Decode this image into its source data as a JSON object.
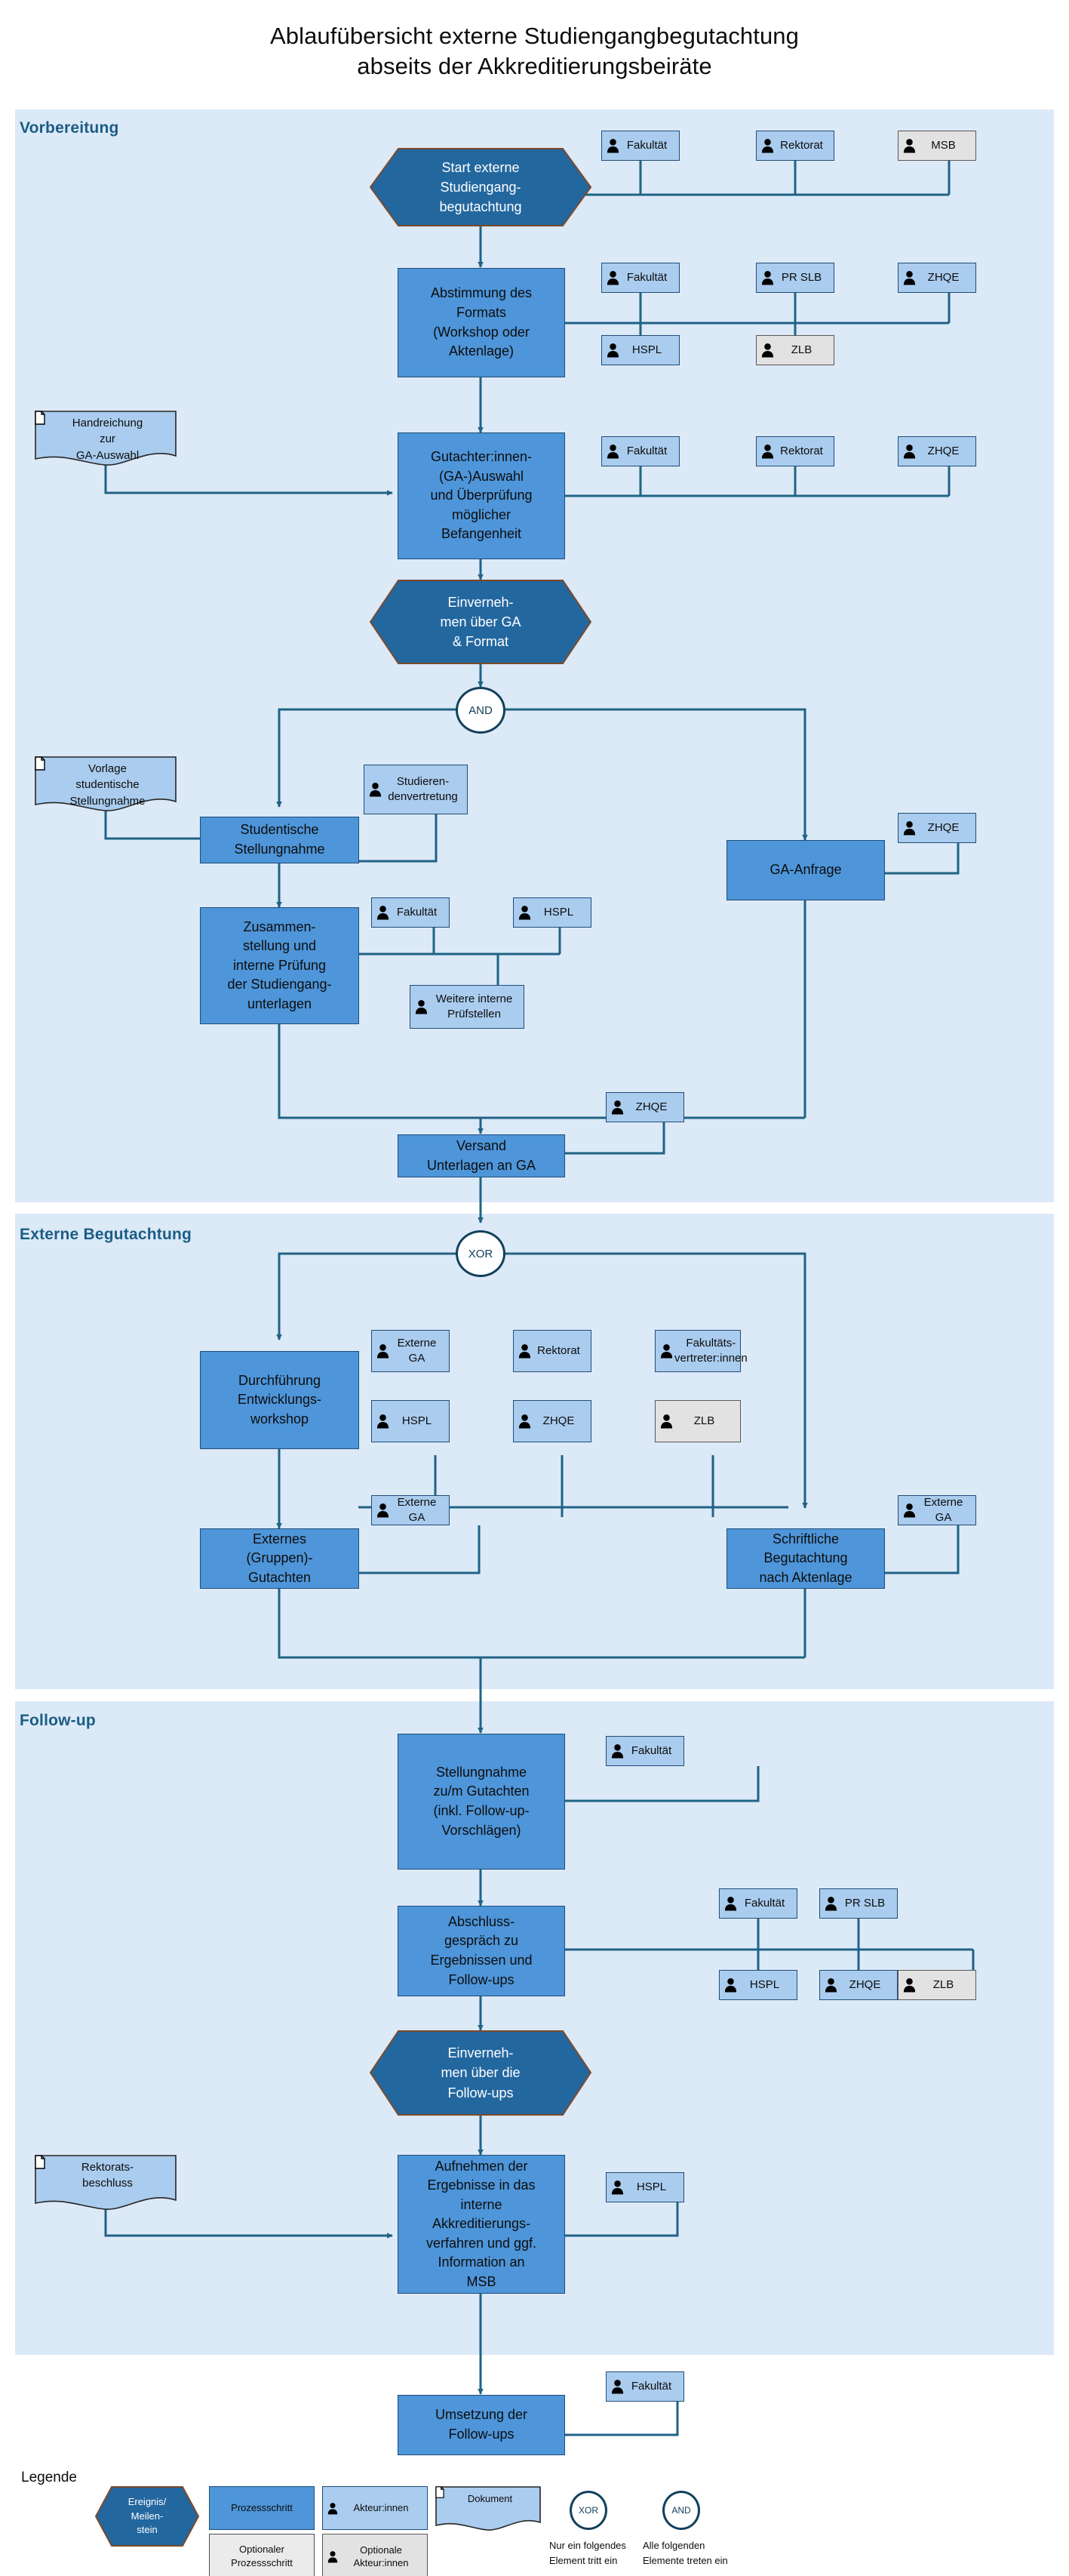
{
  "title": "Ablaufübersicht externe Studiengangbegutachtung\nabseits der Akkreditierungsbeiräte",
  "title_line1": "Ablaufübersicht externe Studiengangbegutachtung",
  "title_line2": "abseits der Akkreditierungsbeiräte",
  "colors": {
    "band_background": "#dce9f7",
    "band_label": "#1b5d85",
    "process_step": "#4e95d9",
    "process_step_optional": "#ebebeb",
    "actor_box": "#aaccee",
    "actor_box_optional": "#e2e2e2",
    "event_hexagon": "#23679f",
    "connector": "#1f6386",
    "document": "#aaccee",
    "page_background": "#ffffff"
  },
  "phases": [
    {
      "id": "vorbereitung",
      "label": "Vorbereitung"
    },
    {
      "id": "externe-begutachtung",
      "label": "Externe Begutachtung"
    },
    {
      "id": "follow-up",
      "label": "Follow-up"
    }
  ],
  "nodes": {
    "start_event": {
      "label": "Start externe\nStudiengang-\nbegutachtung",
      "type": "event"
    },
    "abstimmung": {
      "label": "Abstimmung des\nFormats\n(Workshop oder\nAktenlage)",
      "type": "process"
    },
    "gutachter_auswahl": {
      "label": "Gutachter:innen-\n(GA-)Auswahl\nund Überprüfung\nmöglicher\nBefangenheit",
      "type": "process"
    },
    "einvernehmen_ga": {
      "label": "Einverneh-\nmen über GA\n& Format",
      "type": "event"
    },
    "gateway_and_1": {
      "label": "AND",
      "type": "gateway"
    },
    "studentische_stellungnahme": {
      "label": "Studentische\nStellungnahme",
      "type": "process"
    },
    "ga_anfrage": {
      "label": "GA-Anfrage",
      "type": "process"
    },
    "zusammenstellung": {
      "label": "Zusammen-\nstellung und\ninterne Prüfung\nder Studiengang-\nunterlagen",
      "type": "process"
    },
    "versand": {
      "label": "Versand\nUnterlagen an GA",
      "type": "process"
    },
    "gateway_xor_1": {
      "label": "XOR",
      "type": "gateway"
    },
    "durchfuehrung_workshop": {
      "label": "Durchführung\nEntwicklungs-\nworkshop",
      "type": "process"
    },
    "externes_gutachten": {
      "label": "Externes\n(Gruppen)-\nGutachten",
      "type": "process"
    },
    "schriftliche_begutachtung": {
      "label": "Schriftliche\nBegutachtung\nnach Aktenlage",
      "type": "process"
    },
    "stellungnahme_gutachten": {
      "label": "Stellungnahme\nzu/m Gutachten\n(inkl. Follow-up-\nVorschlägen)",
      "type": "process"
    },
    "abschlussgespraech": {
      "label": "Abschluss-\ngespräch zu\nErgebnissen und\nFollow-ups",
      "type": "process"
    },
    "einvernehmen_followups": {
      "label": "Einverneh-\nmen über die\nFollow-ups",
      "type": "event"
    },
    "aufnehmen_ergebnisse": {
      "label": "Aufnehmen der\nErgebnisse in das\ninterne\nAkkreditierungs-\nverfahren und ggf.\nInformation an\nMSB",
      "type": "process"
    },
    "umsetzung_followups": {
      "label": "Umsetzung der\nFollow-ups",
      "type": "process"
    }
  },
  "documents": {
    "handreichung": {
      "label": "Handreichung\nzur\nGA-Auswahl"
    },
    "vorlage_stellungnahme": {
      "label": "Vorlage\nstudentische\nStellungnahme"
    },
    "rektoratsbeschluss": {
      "label": "Rektorats-\nbeschluss"
    }
  },
  "actors": {
    "start": [
      {
        "label": "Fakultät",
        "optional": false
      },
      {
        "label": "Rektorat",
        "optional": false
      },
      {
        "label": "MSB",
        "optional": true
      }
    ],
    "abstimmung_row1": [
      {
        "label": "Fakultät",
        "optional": false
      },
      {
        "label": "PR SLB",
        "optional": false
      },
      {
        "label": "ZHQE",
        "optional": false
      }
    ],
    "abstimmung_row2": [
      {
        "label": "HSPL",
        "optional": false
      },
      {
        "label": "ZLB",
        "optional": true
      }
    ],
    "gutachter_auswahl": [
      {
        "label": "Fakultät",
        "optional": false
      },
      {
        "label": "Rektorat",
        "optional": false
      },
      {
        "label": "ZHQE",
        "optional": false
      }
    ],
    "studentische_stellungnahme": [
      {
        "label": "Studieren-\ndenvertretung",
        "optional": false
      }
    ],
    "ga_anfrage": [
      {
        "label": "ZHQE",
        "optional": false
      }
    ],
    "zusammenstellung_row1": [
      {
        "label": "Fakultät",
        "optional": false
      },
      {
        "label": "HSPL",
        "optional": false
      }
    ],
    "zusammenstellung_row2": [
      {
        "label": "Weitere interne\nPrüfstellen",
        "optional": false
      }
    ],
    "versand": [
      {
        "label": "ZHQE",
        "optional": false
      }
    ],
    "workshop_row1": [
      {
        "label": "Externe GA",
        "optional": false
      },
      {
        "label": "Rektorat",
        "optional": false
      },
      {
        "label": "Fakultäts-\nvertreter:innen",
        "optional": false
      }
    ],
    "workshop_row2": [
      {
        "label": "HSPL",
        "optional": false
      },
      {
        "label": "ZHQE",
        "optional": false
      },
      {
        "label": "ZLB",
        "optional": true
      }
    ],
    "externes_gutachten": [
      {
        "label": "Externe GA",
        "optional": false
      }
    ],
    "schriftliche_begutachtung": [
      {
        "label": "Externe GA",
        "optional": false
      }
    ],
    "stellungnahme_gutachten": [
      {
        "label": "Fakultät",
        "optional": false
      }
    ],
    "abschlussgespraech_row1": [
      {
        "label": "Fakultät",
        "optional": false
      },
      {
        "label": "PR SLB",
        "optional": false
      }
    ],
    "abschlussgespraech_row2": [
      {
        "label": "HSPL",
        "optional": false
      },
      {
        "label": "ZHQE",
        "optional": false
      },
      {
        "label": "ZLB",
        "optional": true
      }
    ],
    "aufnehmen_ergebnisse": [
      {
        "label": "HSPL",
        "optional": false
      }
    ],
    "umsetzung_followups": [
      {
        "label": "Fakultät",
        "optional": false
      }
    ]
  },
  "legend": {
    "title": "Legende",
    "event": "Ereignis/\nMeilen-\nstein",
    "process": "Prozessschritt",
    "process_optional": "Optionaler\nProzessschritt",
    "actor": "Akteur:innen",
    "actor_optional": "Optionale\nAkteur:innen",
    "document": "Dokument",
    "xor": "XOR",
    "and": "AND",
    "xor_caption": "Nur ein folgendes\nElement tritt ein",
    "and_caption": "Alle folgenden\nElemente treten ein"
  }
}
